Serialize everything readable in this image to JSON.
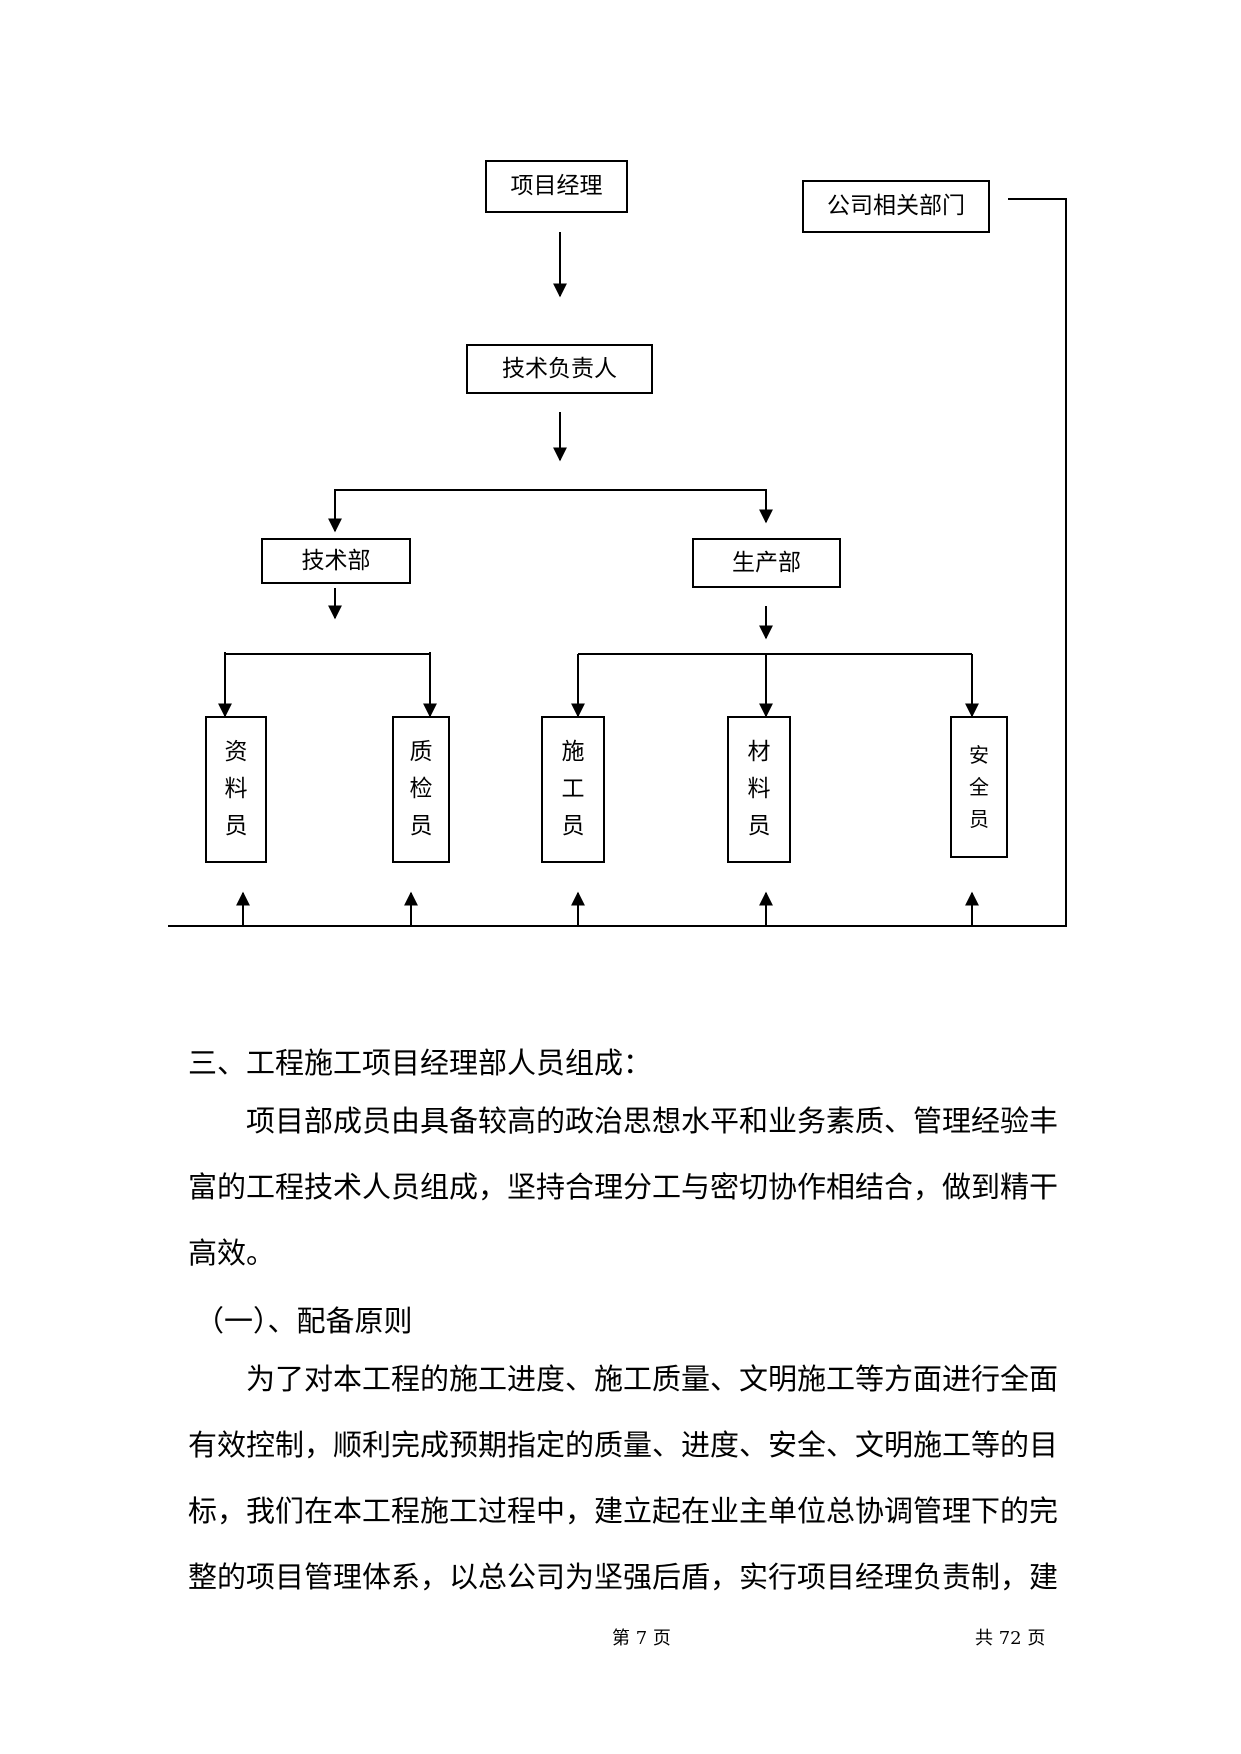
{
  "org_chart": {
    "project_manager": "项目经理",
    "company_departments": "公司相关部门",
    "technical_lead": "技术负责人",
    "tech_department": "技术部",
    "production_department": "生产部",
    "staff": [
      {
        "chars": [
          "资",
          "料",
          "员"
        ]
      },
      {
        "chars": [
          "质",
          "检",
          "员"
        ]
      },
      {
        "chars": [
          "施",
          "工",
          "员"
        ]
      },
      {
        "chars": [
          "材",
          "料",
          "员"
        ]
      },
      {
        "chars": [
          "安",
          "全",
          "员"
        ]
      }
    ]
  },
  "body": {
    "section_heading": "三、工程施工项目经理部人员组成：",
    "paragraph1": " 项目部成员由具备较高的政治思想水平和业务素质、管理经验丰富的工程技术人员组成，坚持合理分工与密切协作相结合，做到精干高效。",
    "subheading": "（一）、配备原则",
    "paragraph2": "为了对本工程的施工进度、施工质量、文明施工等方面进行全面有效控制，顺利完成预期指定的质量、进度、安全、文明施工等的目标，我们在本工程施工过程中，建立起在业主单位总协调管理下的完整的项目管理体系，以总公司为坚强后盾，实行项目经理负责制，建"
  },
  "footer": {
    "page": "第 7 页",
    "total": "共 72 页"
  }
}
